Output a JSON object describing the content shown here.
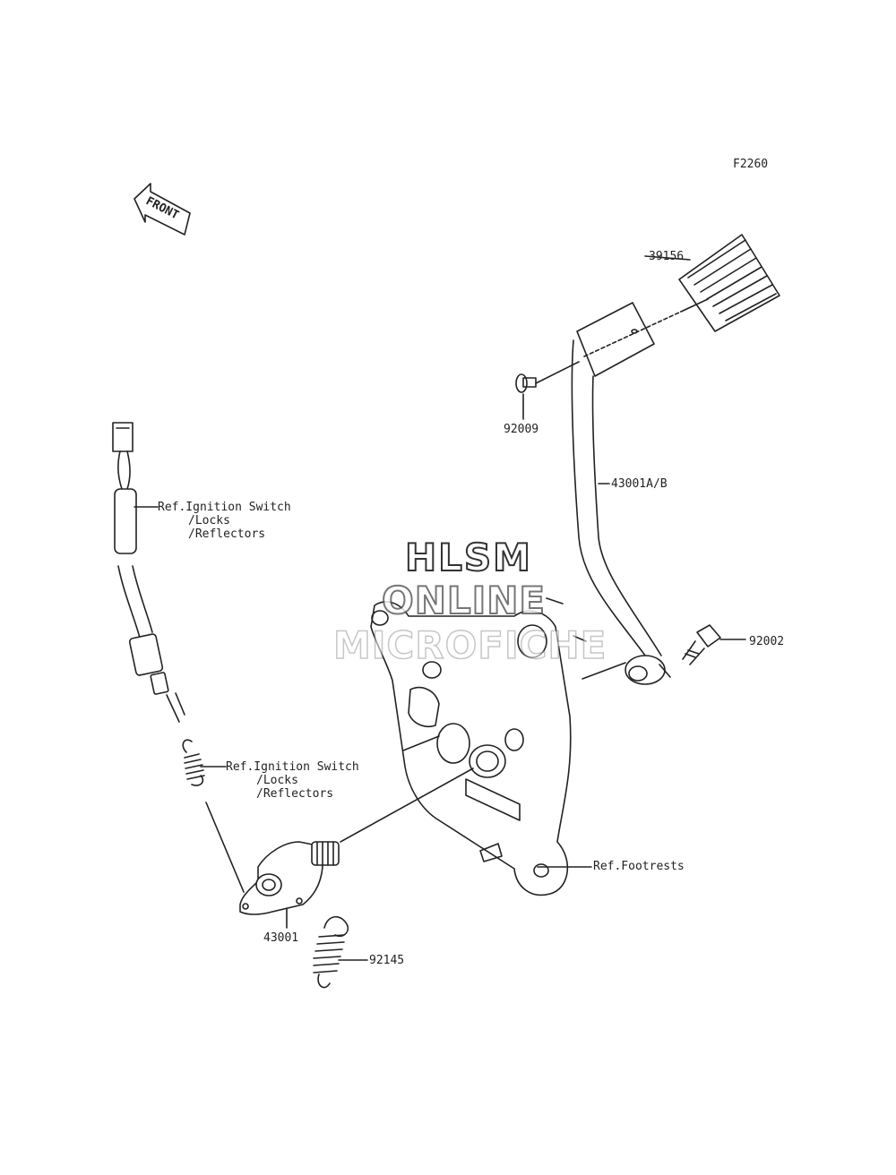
{
  "figure_code": "F2260",
  "front_marker": "FRONT",
  "watermark": [
    "HLSM",
    "ONLINE",
    "MICROFICHE"
  ],
  "callouts": {
    "pedal_pad": "39156",
    "washer": "92009",
    "pedal_arm": "43001A/B",
    "bolt": "92002",
    "switch_ref_1": [
      "Ref.Ignition Switch",
      "/Locks",
      "/Reflectors"
    ],
    "switch_ref_2": [
      "Ref.Ignition Switch",
      "/Locks",
      "/Reflectors"
    ],
    "footrest_ref": "Ref.Footrests",
    "pivot_lever": "43001",
    "spring": "92145"
  }
}
